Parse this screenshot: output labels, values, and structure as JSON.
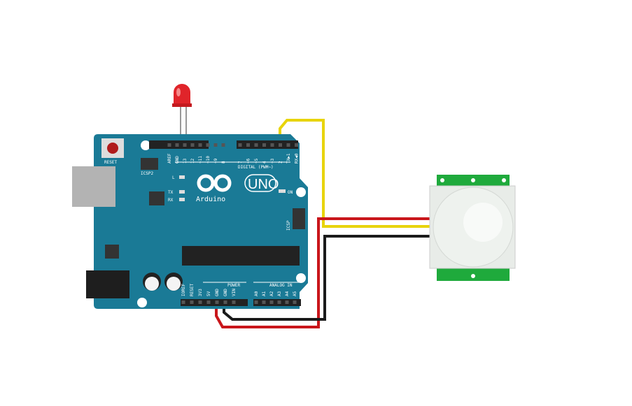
{
  "board": {
    "reset": "RESET",
    "icsp2": "ICSP2",
    "icsp": "ICSP",
    "digital": "DIGITAL (PWM~)",
    "led_l": "L",
    "tx": "TX",
    "rx": "RX",
    "on": "ON",
    "brand": "Arduino",
    "model": "UNO",
    "power": "POWER",
    "analog": "ANALOG IN",
    "top_pins": [
      "AREF",
      "GND",
      "13",
      "12",
      "~11",
      "~10",
      "~9",
      "8",
      "7",
      "~6",
      "~5",
      "4",
      "~3",
      "2",
      "TX▶1",
      "RX◀0"
    ],
    "power_pins": [
      "IOREF",
      "RESET",
      "3V3",
      "5V",
      "GND",
      "GND",
      "VIN"
    ],
    "analog_pins": [
      "A0",
      "A1",
      "A2",
      "A3",
      "A4",
      "A5"
    ]
  },
  "colors": {
    "board": "#1a7a96",
    "wire_red": "#d2191c",
    "wire_yellow": "#f5e10f",
    "wire_black": "#1a1a1a",
    "pcb": "#1faa3c",
    "led": "#e0242a"
  }
}
